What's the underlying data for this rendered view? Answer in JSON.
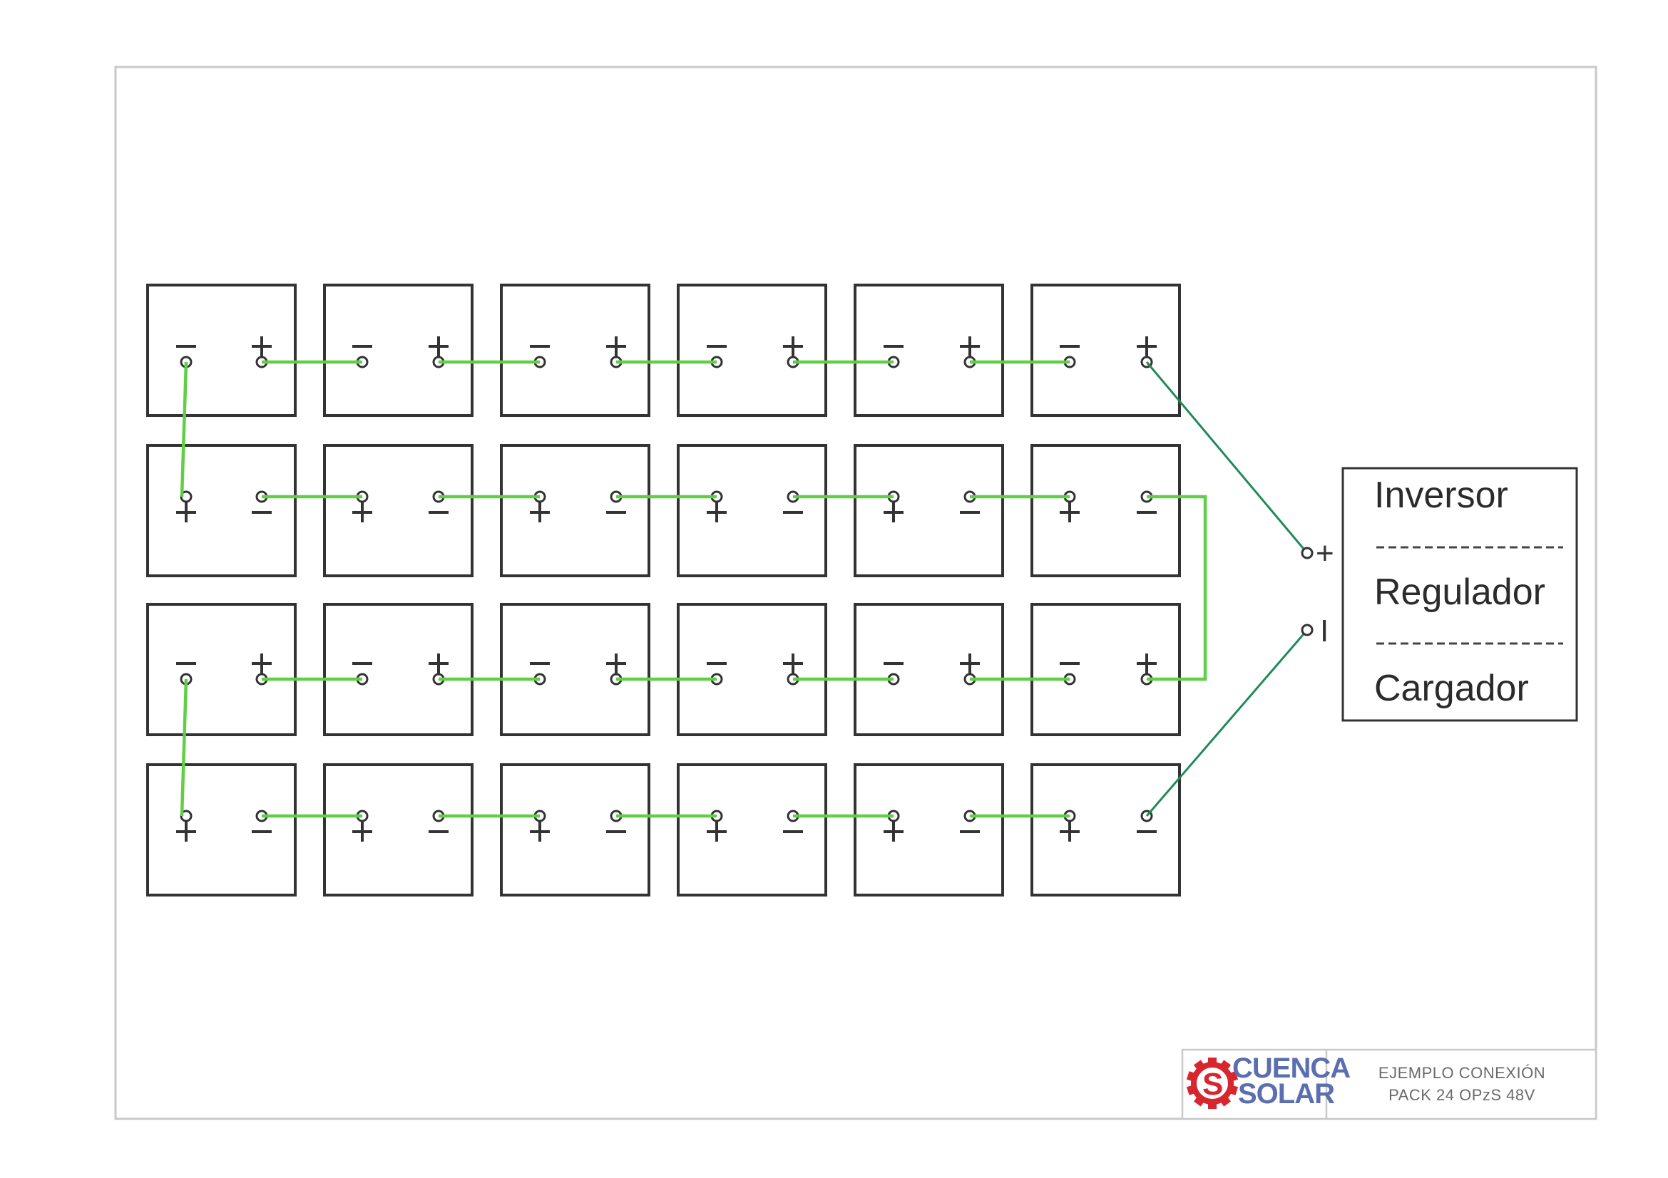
{
  "device": {
    "lines": [
      "Inversor",
      "Regulador",
      "Cargador"
    ],
    "pos_sign": "+",
    "neg_sign": "I"
  },
  "battery_grid": {
    "rows": 4,
    "cols": 6,
    "positive_symbol": "+",
    "negative_symbol": "−",
    "row_orientation": [
      "minus-left",
      "plus-left",
      "minus-left",
      "plus-left"
    ]
  },
  "title_block": {
    "logo_text": [
      "CUENCA",
      "SOLAR"
    ],
    "title_lines": [
      "EJEMPLO CONEXIÓN",
      "PACK 24 OPzS 48V"
    ]
  },
  "colors": {
    "series_wire": "#5fcf45",
    "lead_wire": "#1f8a58",
    "logo_red": "#d8262f",
    "logo_blue": "#5b6fb0"
  }
}
